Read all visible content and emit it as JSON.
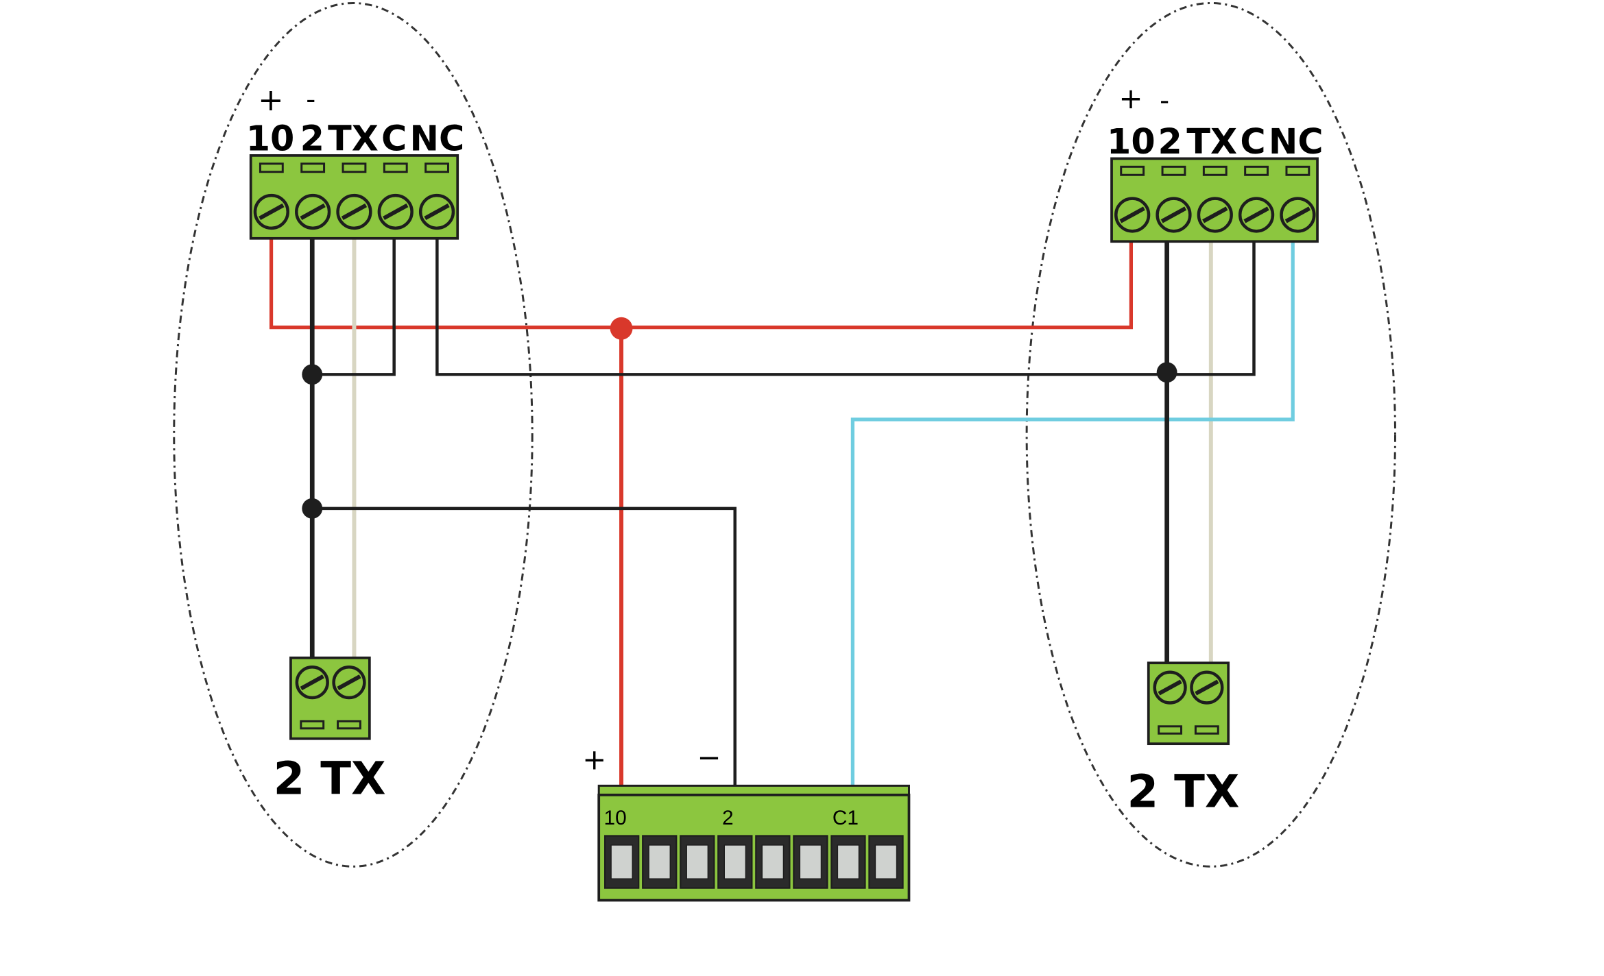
{
  "colors": {
    "terminal_green": "#8cc63f",
    "terminal_outline": "#1e1e1e",
    "wire_positive": "#d9382b",
    "wire_common": "#1e1e1e",
    "wire_signal": "#d8d6c2",
    "wire_contact": "#6fcde0",
    "boundary": "#333333",
    "background": "#ffffff"
  },
  "left_unit": {
    "main_terminal": {
      "polarity_plus": "+",
      "polarity_minus": "-",
      "labels": [
        "10",
        "2",
        "TX",
        "C",
        "NC"
      ]
    },
    "tx_terminal": {
      "label": "2 TX"
    }
  },
  "right_unit": {
    "main_terminal": {
      "polarity_plus": "+",
      "polarity_minus": "-",
      "labels": [
        "10",
        "2",
        "TX",
        "C",
        "NC"
      ]
    },
    "tx_terminal": {
      "label": "2 TX"
    }
  },
  "control_board": {
    "polarity_plus": "+",
    "polarity_minus": "−",
    "labels": [
      "10",
      "2",
      "C1"
    ],
    "terminal_count": 8
  }
}
